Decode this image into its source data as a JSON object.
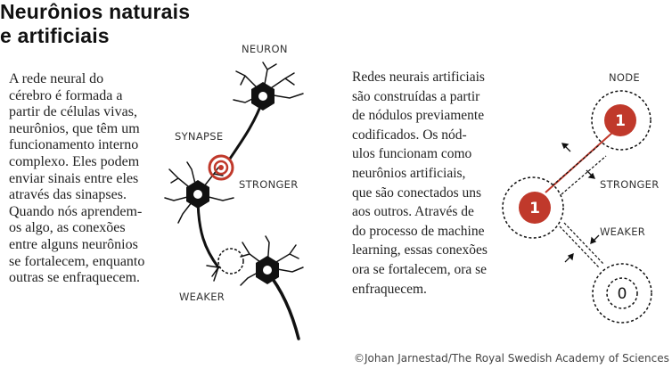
{
  "title": [
    "Neurônios naturais",
    "e artificiais"
  ],
  "left_text": [
    "A rede neural do",
    "cérebro é formada a",
    "partir de células vivas,",
    "neurônios, que têm um",
    "funcionamento interno",
    "complexo. Eles podem",
    "enviar sinais entre eles",
    "através das sinapses.",
    "Quando nós aprendem-",
    "os algo, as conexões",
    "entre alguns neurônios",
    "se fortalecem, enquanto",
    "outras se enfraquecem."
  ],
  "right_text": [
    "Redes neurais artificiais",
    "são construídas a partir",
    "de nódulos previamente",
    "codificados. Os nód-",
    "ulos funcionam como",
    "neurônios artificiais,",
    "que são conectados uns",
    "aos outros. Através de",
    "do processo de machine",
    "learning, essas conexões",
    "ora se fortalecem, ora se",
    "enfraquecem."
  ],
  "neuron_diagram": {
    "neuron": "NEURON",
    "synapse": "SYNAPSE",
    "stronger": "STRONGER",
    "weaker": "WEAKER"
  },
  "node_diagram": {
    "node": "NODE",
    "stronger": "STRONGER",
    "weaker": "WEAKER",
    "node_values": [
      "1",
      "1",
      "0"
    ]
  },
  "credit": "©Johan Jarnestad/The Royal Swedish Academy of Sciences",
  "colors": {
    "accent": "#c0392b",
    "ink": "#111111"
  }
}
